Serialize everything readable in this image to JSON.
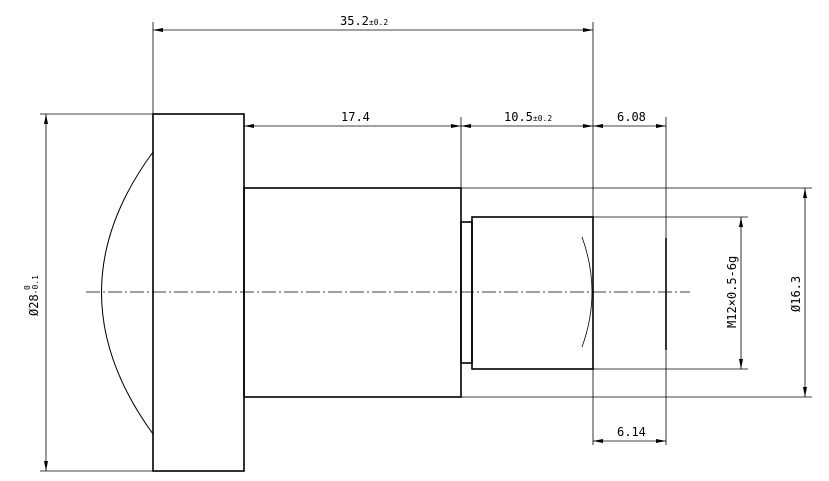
{
  "dimensions": {
    "overall_length": {
      "value": "35.2",
      "tolerance": "±0.2"
    },
    "body_length": {
      "value": "17.4"
    },
    "thread_length": {
      "value": "10.5",
      "tolerance": "±0.2"
    },
    "top_offset": {
      "value": "6.08"
    },
    "bottom_offset": {
      "value": "6.14"
    },
    "flange_diameter": {
      "prefix": "Ø28",
      "upper": "0",
      "lower": "-0.1"
    },
    "thread_spec": {
      "value": "M12×0.5-6g"
    },
    "body_diameter": {
      "value": "Ø16.3"
    }
  }
}
